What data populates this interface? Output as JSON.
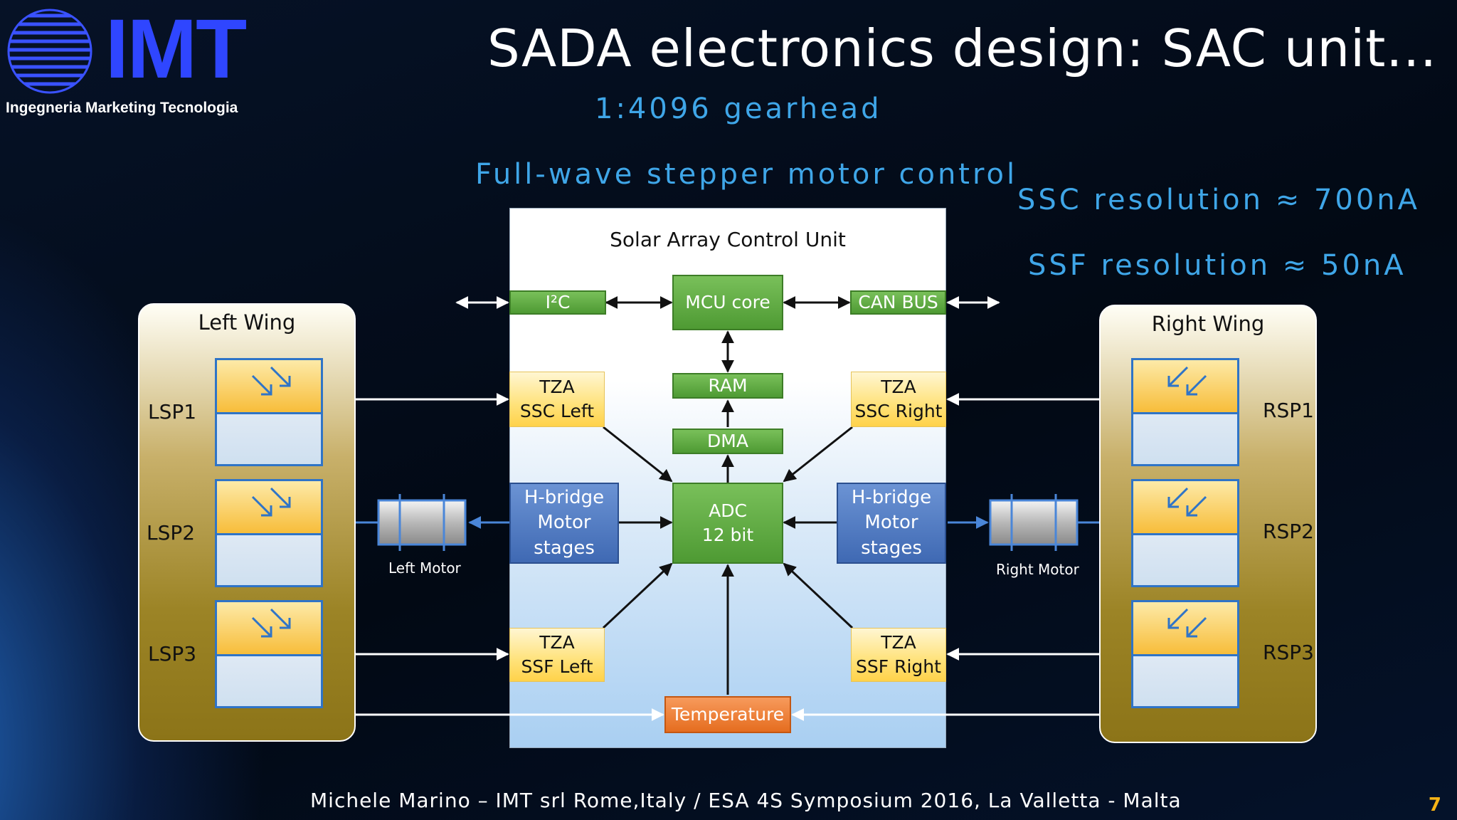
{
  "logo": {
    "text": "IMT",
    "subtitle": "Ingegneria Marketing Tecnologia"
  },
  "title": "SADA electronics design: SAC unit...",
  "notes": {
    "gearhead": "1:4096 gearhead",
    "control": "Full-wave stepper motor control",
    "ssc_resolution": "SSC resolution ≈ 700nA",
    "ssf_resolution": "SSF resolution ≈ 50nA"
  },
  "unit": {
    "title": "Solar Array Control Unit",
    "blocks": {
      "i2c": "I²C",
      "mcu": "MCU core",
      "can": "CAN BUS",
      "ram": "RAM",
      "dma": "DMA",
      "adc_line1": "ADC",
      "adc_line2": "12 bit",
      "tza_ssc_left_1": "TZA",
      "tza_ssc_left_2": "SSC Left",
      "tza_ssc_right_1": "TZA",
      "tza_ssc_right_2": "SSC Right",
      "tza_ssf_left_1": "TZA",
      "tza_ssf_left_2": "SSF Left",
      "tza_ssf_right_1": "TZA",
      "tza_ssf_right_2": "SSF Right",
      "hbridge_left_1": "H-bridge",
      "hbridge_left_2": "Motor",
      "hbridge_left_3": "stages",
      "hbridge_right_1": "H-bridge",
      "hbridge_right_2": "Motor",
      "hbridge_right_3": "stages",
      "temperature": "Temperature"
    }
  },
  "left_wing": {
    "title": "Left Wing",
    "panels": [
      "LSP1",
      "LSP2",
      "LSP3"
    ],
    "motor": "Left Motor"
  },
  "right_wing": {
    "title": "Right Wing",
    "panels": [
      "RSP1",
      "RSP2",
      "RSP3"
    ],
    "motor": "Right Motor"
  },
  "footer": "Michele Marino – IMT srl Rome,Italy / ESA 4S Symposium 2016, La Valletta - Malta",
  "page_number": "7",
  "icons": {
    "sun": "sun-arrows-icon",
    "globe": "globe-logo-icon"
  }
}
